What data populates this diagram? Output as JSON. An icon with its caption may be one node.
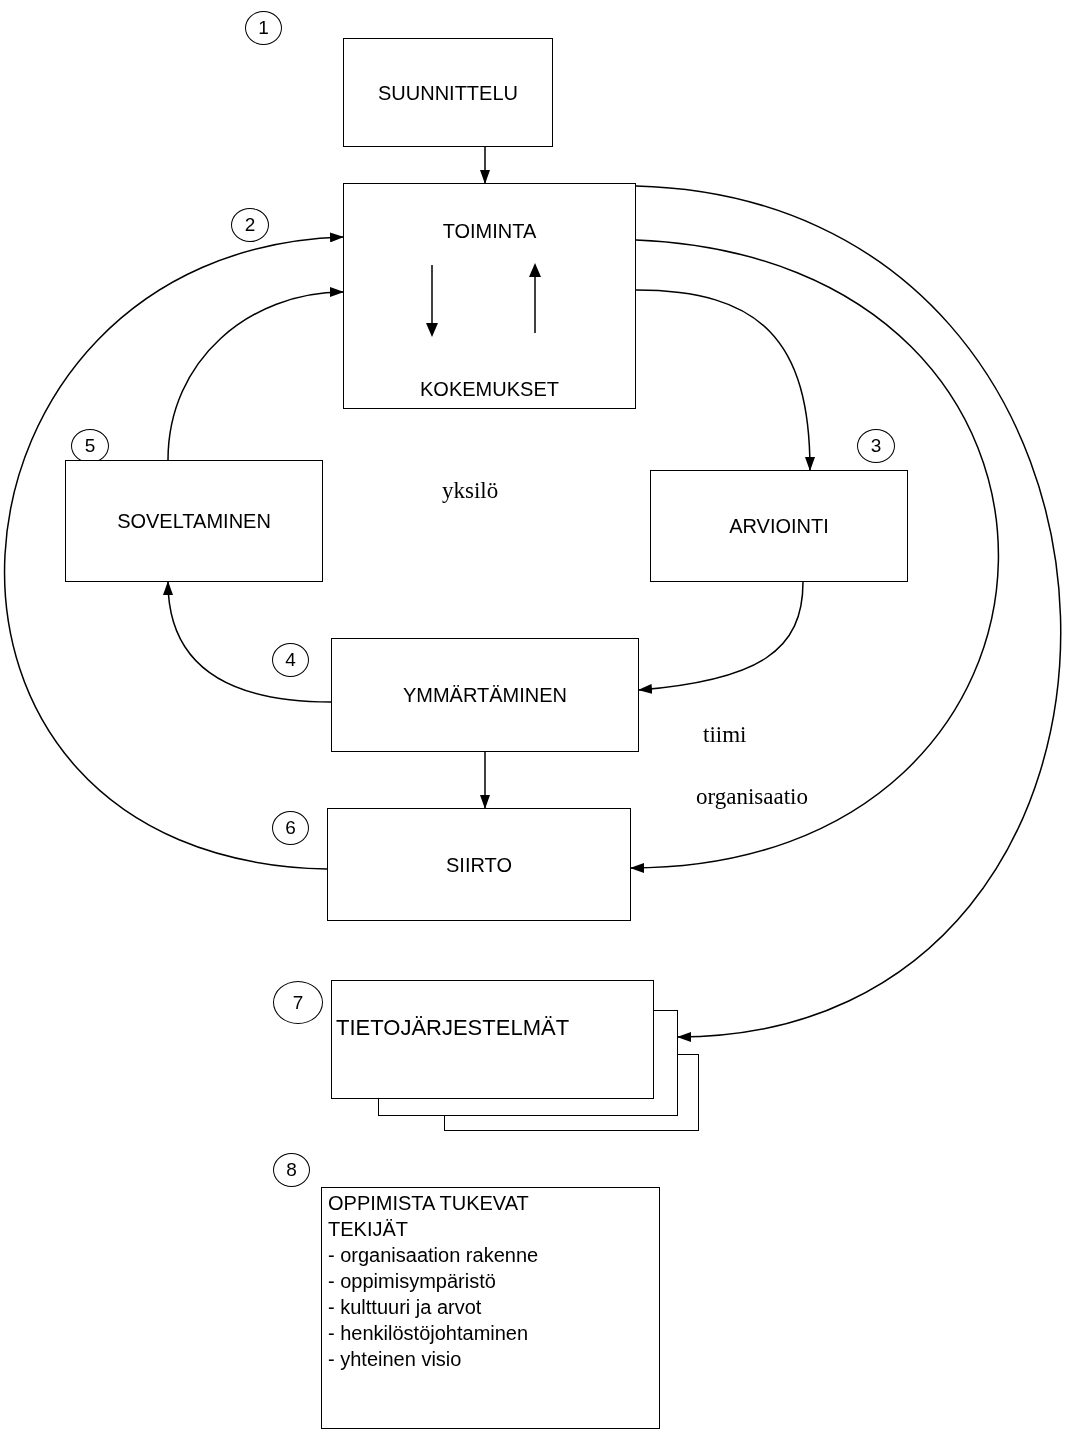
{
  "diagram": {
    "nodes": [
      {
        "text": [
          "1"
        ]
      },
      {
        "text": [
          "SUUNNITTELU"
        ]
      },
      {
        "text": [
          "2"
        ]
      },
      {
        "text": [
          "TOIMINTA",
          "KOKEMUKSET"
        ]
      },
      {
        "text": [
          "5"
        ]
      },
      {
        "text": [
          "3"
        ]
      },
      {
        "text": [
          "SOVELTAMINEN"
        ]
      },
      {
        "text": [
          "ARVIOINTI"
        ]
      },
      {
        "text": [
          "4"
        ]
      },
      {
        "text": [
          "YMMÄRTÄMINEN"
        ]
      },
      {
        "text": [
          "6"
        ]
      },
      {
        "text": [
          "SIIRTO"
        ]
      },
      {
        "text": [
          "7"
        ]
      },
      {
        "text": [
          "TIETOJÄRJESTELMÄT"
        ]
      },
      {
        "text": [
          "8"
        ]
      },
      {
        "text": [
          "OPPIMISTA TUKEVAT TEKIJÄT",
          "- organisaation rakenne",
          "- oppimisympäristö",
          "- kulttuuri ja arvot",
          "- henkilöstöjohtaminen",
          "- yhteinen visio"
        ]
      }
    ],
    "edges": [
      {
        "from": 1,
        "to": 3,
        "arrow": "to"
      },
      {
        "from": 3,
        "to": 7,
        "arrow": "to"
      },
      {
        "from": 7,
        "to": 9,
        "arrow": "to"
      },
      {
        "from": 9,
        "to": 6,
        "arrow": "to"
      },
      {
        "from": 6,
        "to": 3,
        "arrow": "to"
      },
      {
        "from": 9,
        "to": 11,
        "arrow": "to"
      },
      {
        "from": 11,
        "to": 3,
        "arrow": "to"
      },
      {
        "from": 3,
        "to": 11,
        "arrow": "to"
      },
      {
        "from": 3,
        "to": 13,
        "arrow": "to"
      }
    ],
    "labels": [
      "yksilö",
      "tiimi",
      "organisaatio"
    ]
  }
}
